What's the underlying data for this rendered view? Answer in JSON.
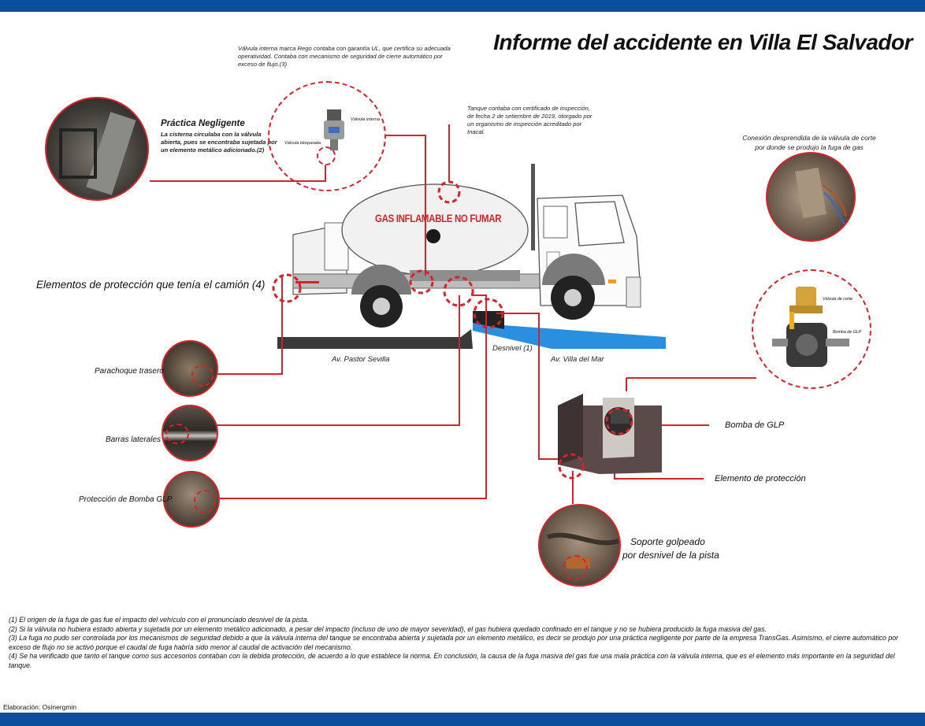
{
  "title": "Informe del accidente en Villa El Salvador",
  "notes": {
    "valve": "Válvula interna marca Rego contaba con garantía UL, que certifica su adecuada operatividad. Contaba con mecanismo de seguridad de cierre automático por exceso de flujo.(3)",
    "tank": "Tanque contaba con certificado de inspección, de fecha 2 de setiembre de 2019, otorgado por un organismo de inspección acreditado por Inacal.",
    "negligent_title": "Práctica Negligente",
    "negligent_body": "La cisterna circulaba con la válvula abierta, pues se encontraba sujetada por un elemento metálico adicionado.(2)",
    "connection": "Conexión desprendida de la válvula de corte por donde se produjo la fuga de gas"
  },
  "valve_photo": {
    "inner_label": "Válvula interna",
    "blocked_label": "Válvula bloqueada"
  },
  "cutoff_photo": {
    "cut_valve_label": "Válvula de corte",
    "pump_label": "Bomba de GLP"
  },
  "truck": {
    "tank_text": "GAS INFLAMABLE NO FUMAR"
  },
  "protection_heading": "Elementos de protección que tenía el camión (4)",
  "streets": {
    "left": "Av. Pastor Sevilla",
    "drop": "Desnivel (1)",
    "right": "Av. Villa del Mar"
  },
  "callouts": {
    "rear_bumper": "Parachoque trasero",
    "side_bars": "Barras laterales",
    "pump_protection": "Protección de Bomba GLP",
    "glp_pump": "Bomba de GLP",
    "protection_element": "Elemento de protección",
    "support_hit_1": "Soporte golpeado",
    "support_hit_2": "por desnivel de la pista"
  },
  "footnotes": [
    "(1) El origen de la fuga de gas fue el impacto del vehículo con el pronunciado desnivel de la pista.",
    "(2) Si la válvula no hubiera estado abierta y sujetada por un elemento metálico adicionado, a pesar del impacto (incluso de uno de mayor severidad), el gas hubiera quedado confinado en el tanque y no se hubiera producido la fuga masiva del gas.",
    "(3) La fuga no pudo ser controlada por los mecanismos de seguridad debido a que la válvula interna del tanque se encontraba abierta y sujetada por un elemento metálico, es decir se produjo por una práctica negligente por parte de la empresa TransGas. Asimismo, el cierre automático por exceso de flujo no se activó porque el caudal de fuga habría sido menor al caudal de activación del mecanismo.",
    "(4) Se ha verificado que tanto el tanque como sus accesorios contaban con la debida protección, de acuerdo a lo que establece la norma. En conclusión, la causa de la fuga masiva del gas fue una mala práctica con la válvula interna, que es el elemento más importante en la seguridad del tanque."
  ],
  "credit": "Elaboración: Osinergmin",
  "colors": {
    "accent": "#d5232a",
    "band": "#0b4f9c",
    "road_dark": "#3a3a3a",
    "road_blue": "#2b8fe0"
  }
}
